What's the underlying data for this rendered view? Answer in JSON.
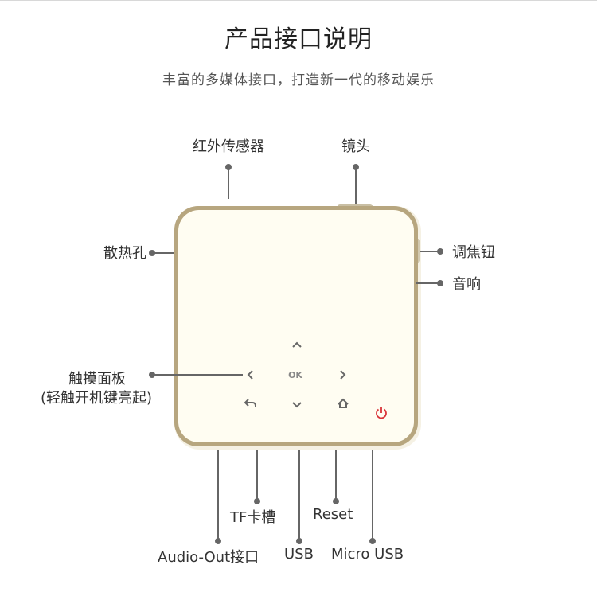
{
  "title": "产品接口说明",
  "subtitle": "丰富的多媒体接口，打造新一代的移动娱乐",
  "labels": {
    "ir_sensor": "红外传感器",
    "lens": "镜头",
    "vent": "散热孔",
    "focus": "调焦钮",
    "speaker": "音响",
    "touch_panel": "触摸面板",
    "touch_panel_note": "(轻触开机键亮起)",
    "tf_slot": "TF卡槽",
    "reset": "Reset",
    "audio_out": "Audio-Out接口",
    "usb": "USB",
    "micro_usb": "Micro USB"
  },
  "touch_keys": {
    "ok": "OK"
  },
  "colors": {
    "device_border": "#b7a67f",
    "device_face": "#fffdf2",
    "power_icon": "#d9343a",
    "leader_line": "#666666"
  },
  "icons": [
    "up-arrow-icon",
    "left-arrow-icon",
    "right-arrow-icon",
    "down-arrow-icon",
    "back-icon",
    "home-icon",
    "power-icon"
  ]
}
